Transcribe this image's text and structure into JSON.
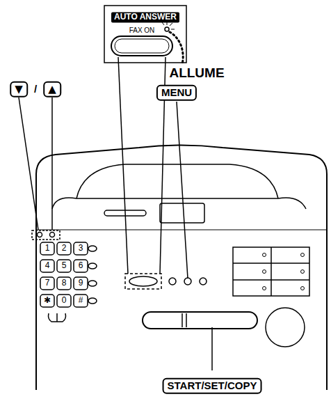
{
  "diagram": {
    "labels": [
      "AUTO ANSWER",
      "FAX ON",
      "ALLUME",
      "▼",
      "/",
      "▲",
      "MENU",
      "START/SET/COPY",
      "1",
      "2",
      "3",
      "4",
      "5",
      "6",
      "7",
      "8",
      "9",
      "✱",
      "0",
      "#"
    ]
  }
}
